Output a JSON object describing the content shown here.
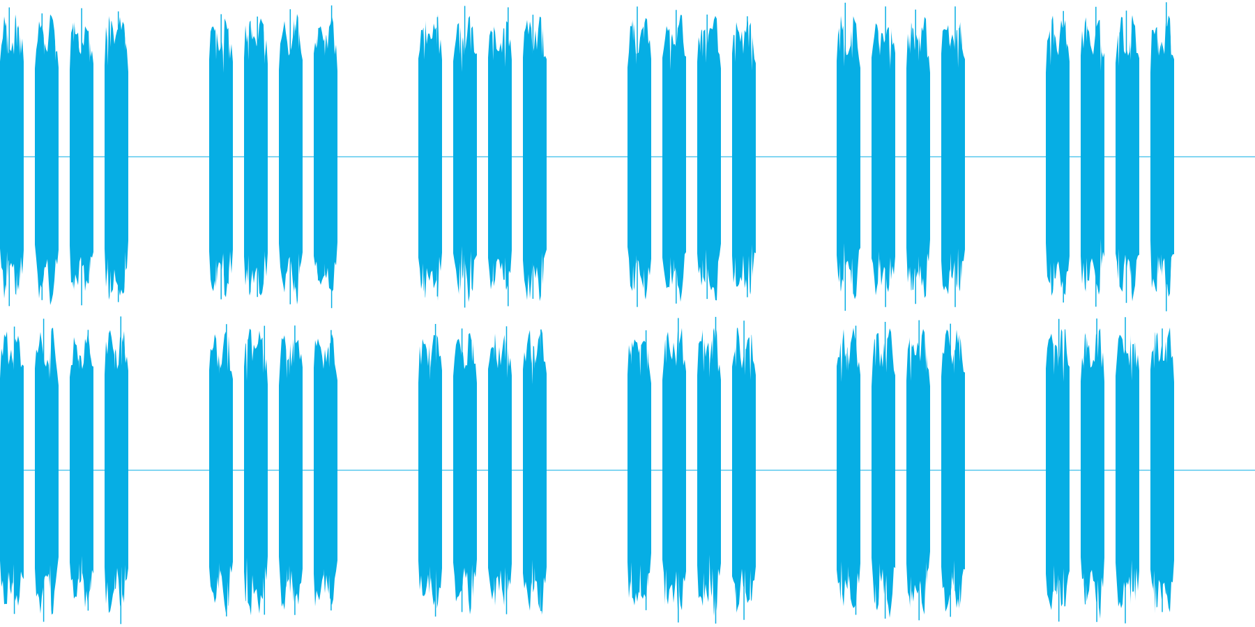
{
  "waveform": {
    "color": "#06AEE4",
    "background": "#FFFFFF",
    "channels": [
      {
        "channel_index": 1,
        "bursts_per_group": 4,
        "group_count": 6
      },
      {
        "channel_index": 2,
        "bursts_per_group": 4,
        "group_count": 6
      }
    ]
  }
}
